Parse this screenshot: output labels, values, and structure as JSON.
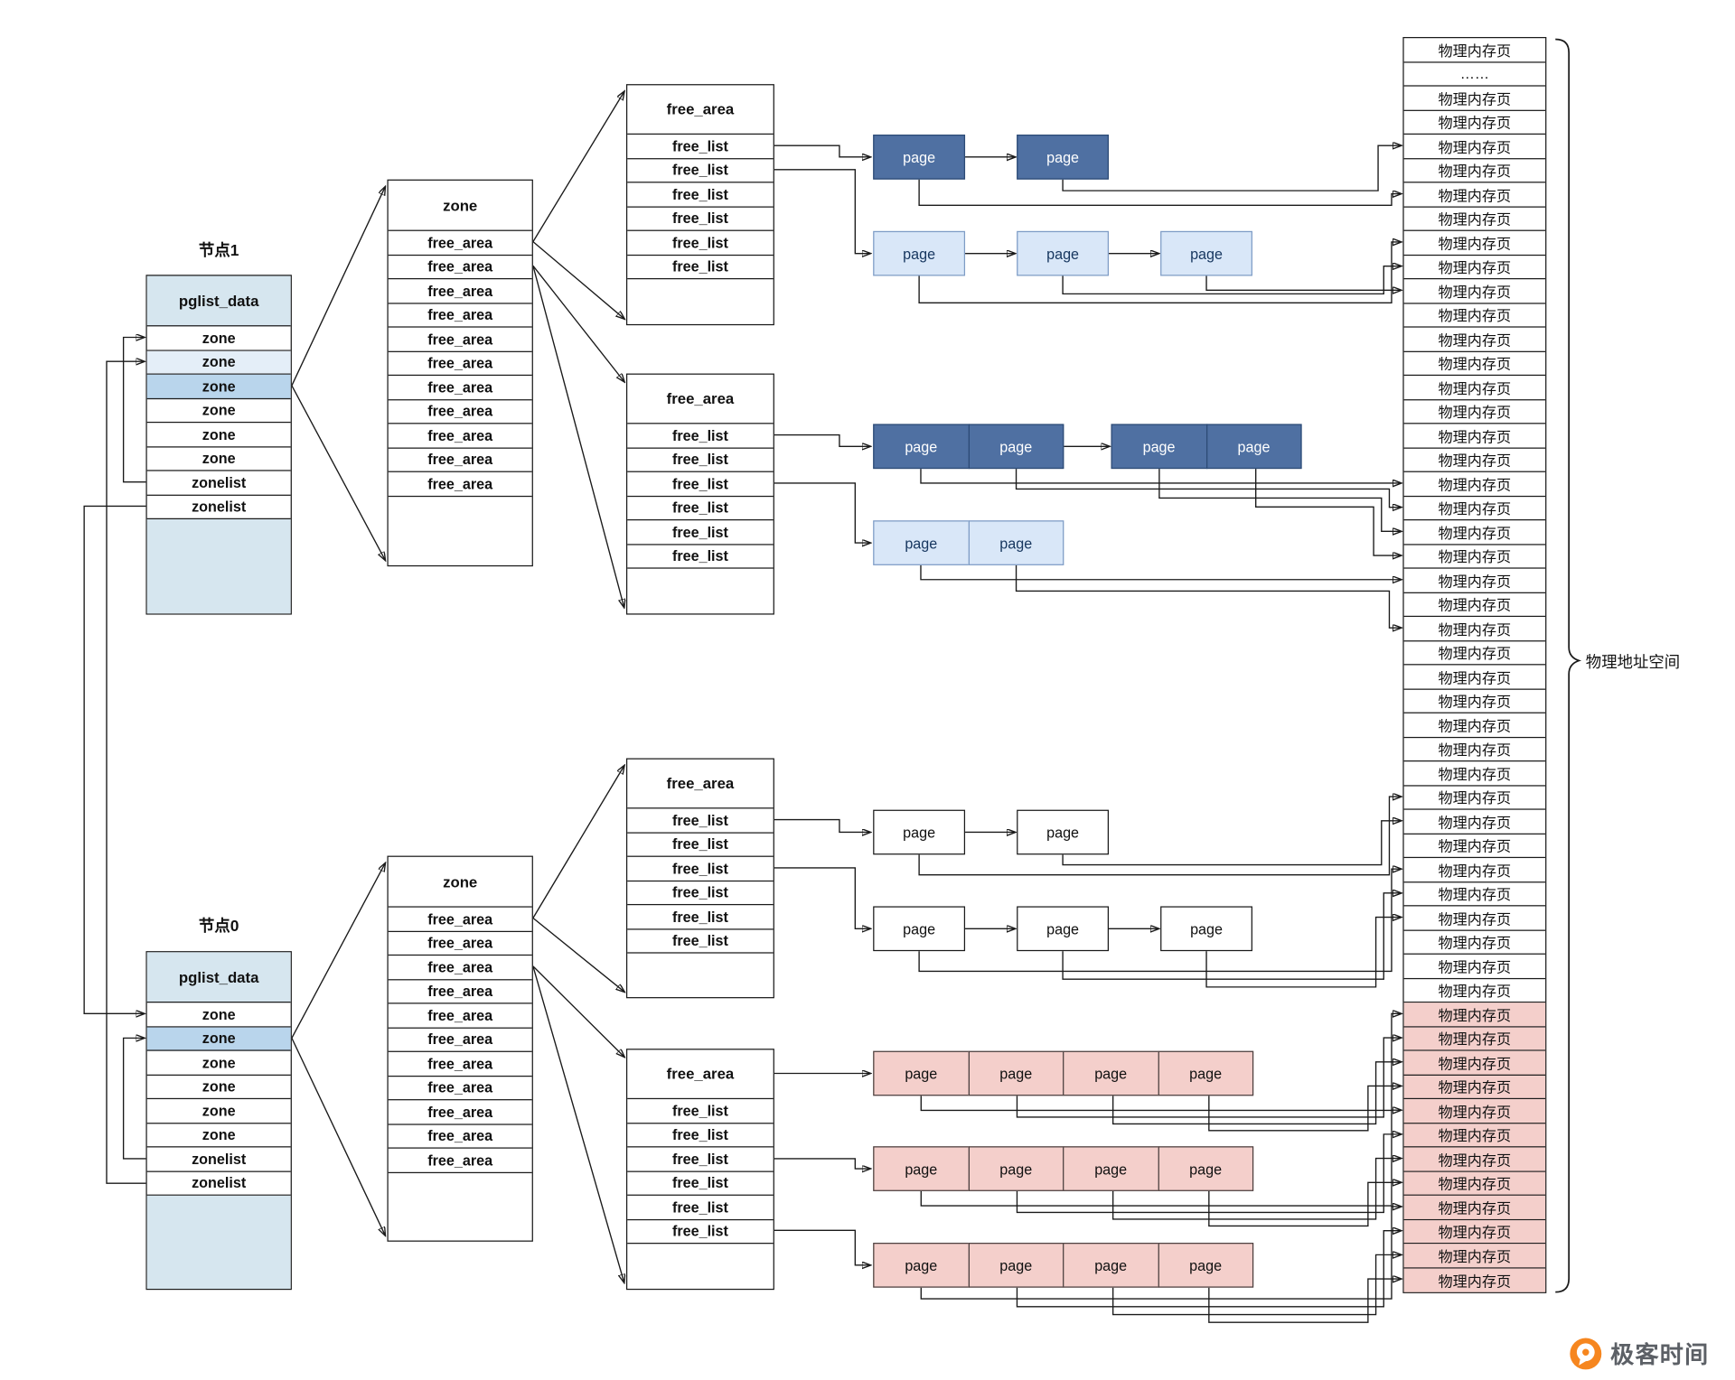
{
  "nodes": {
    "node1": {
      "title": "节点1",
      "header": "pglist_data",
      "rows": [
        {
          "t": "zone"
        },
        {
          "t": "zone",
          "v": "pale"
        },
        {
          "t": "zone",
          "v": "highlight"
        },
        {
          "t": "zone"
        },
        {
          "t": "zone"
        },
        {
          "t": "zone"
        },
        {
          "t": "zonelist"
        },
        {
          "t": "zonelist"
        }
      ]
    },
    "node0": {
      "title": "节点0",
      "header": "pglist_data",
      "rows": [
        {
          "t": "zone"
        },
        {
          "t": "zone",
          "v": "highlight"
        },
        {
          "t": "zone"
        },
        {
          "t": "zone"
        },
        {
          "t": "zone"
        },
        {
          "t": "zone"
        },
        {
          "t": "zonelist"
        },
        {
          "t": "zonelist"
        }
      ]
    }
  },
  "zone_tables": {
    "z1": {
      "header": "zone",
      "rows": [
        "free_area",
        "free_area",
        "free_area",
        "free_area",
        "free_area",
        "free_area",
        "free_area",
        "free_area",
        "free_area",
        "free_area",
        "free_area"
      ]
    },
    "z0": {
      "header": "zone",
      "rows": [
        "free_area",
        "free_area",
        "free_area",
        "free_area",
        "free_area",
        "free_area",
        "free_area",
        "free_area",
        "free_area",
        "free_area",
        "free_area"
      ]
    }
  },
  "free_area_tables": {
    "fa1": {
      "header": "free_area",
      "rows": [
        "free_list",
        "free_list",
        "free_list",
        "free_list",
        "free_list",
        "free_list"
      ]
    },
    "fa2": {
      "header": "free_area",
      "rows": [
        "free_list",
        "free_list",
        "free_list",
        "free_list",
        "free_list",
        "free_list"
      ]
    },
    "fa3": {
      "header": "free_area",
      "rows": [
        "free_list",
        "free_list",
        "free_list",
        "free_list",
        "free_list",
        "free_list"
      ]
    },
    "fa4": {
      "header": "free_area",
      "rows": [
        "free_list",
        "free_list",
        "free_list",
        "free_list",
        "free_list",
        "free_list"
      ]
    }
  },
  "page_chains": {
    "c1": [
      "page",
      "page"
    ],
    "c2": [
      "page",
      "page",
      "page"
    ],
    "c3a": [
      "page",
      "page"
    ],
    "c3b": [
      "page",
      "page"
    ],
    "c4": [
      "page",
      "page"
    ],
    "c5": [
      "page",
      "page"
    ],
    "c6": [
      "page",
      "page",
      "page"
    ],
    "c7": [
      "page",
      "page",
      "page",
      "page"
    ],
    "c8": [
      "page",
      "page",
      "page",
      "page"
    ],
    "c9": [
      "page",
      "page",
      "page",
      "page"
    ]
  },
  "memory": {
    "rows": [
      "物理内存页",
      "……",
      "物理内存页",
      "物理内存页",
      "物理内存页",
      "物理内存页",
      "物理内存页",
      "物理内存页",
      "物理内存页",
      "物理内存页",
      "物理内存页",
      "物理内存页",
      "物理内存页",
      "物理内存页",
      "物理内存页",
      "物理内存页",
      "物理内存页",
      "物理内存页",
      "物理内存页",
      "物理内存页",
      "物理内存页",
      "物理内存页",
      "物理内存页",
      "物理内存页",
      "物理内存页",
      "物理内存页",
      "物理内存页",
      "物理内存页",
      "物理内存页",
      "物理内存页",
      "物理内存页",
      "物理内存页",
      "物理内存页",
      "物理内存页",
      "物理内存页",
      "物理内存页",
      "物理内存页",
      "物理内存页",
      "物理内存页",
      "物理内存页",
      {
        "t": "物理内存页",
        "v": "pink"
      },
      {
        "t": "物理内存页",
        "v": "pink"
      },
      {
        "t": "物理内存页",
        "v": "pink"
      },
      {
        "t": "物理内存页",
        "v": "pink"
      },
      {
        "t": "物理内存页",
        "v": "pink"
      },
      {
        "t": "物理内存页",
        "v": "pink"
      },
      {
        "t": "物理内存页",
        "v": "pink"
      },
      {
        "t": "物理内存页",
        "v": "pink"
      },
      {
        "t": "物理内存页",
        "v": "pink"
      },
      {
        "t": "物理内存页",
        "v": "pink"
      },
      {
        "t": "物理内存页",
        "v": "pink"
      },
      {
        "t": "物理内存页",
        "v": "pink"
      }
    ]
  },
  "labels": {
    "address_space": "物理地址空间"
  },
  "logo": {
    "text": "极客时间"
  },
  "colors": {
    "dark_page": "#4f70a2",
    "light_page": "#d9e7f8",
    "pink": "#f4cfcb",
    "node_fill": "#d6e6ef",
    "highlight_row": "#b9d5ec",
    "pale_row": "#e4eef8",
    "line": "#1a1a1a",
    "logo_orange": "#f6861f"
  }
}
